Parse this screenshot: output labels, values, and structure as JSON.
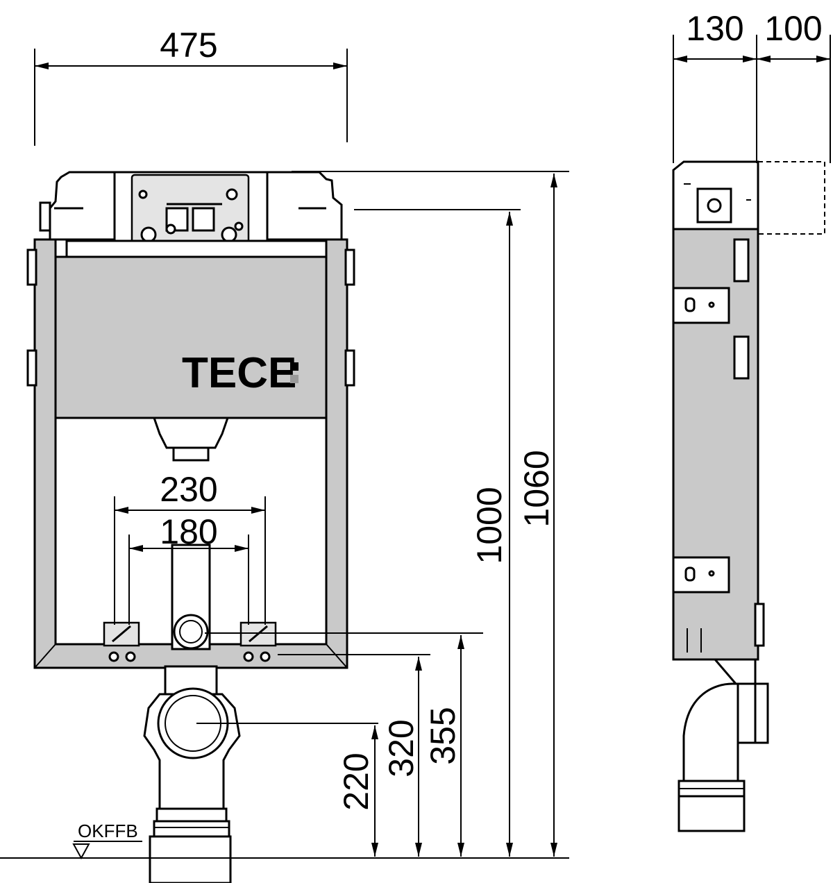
{
  "brand": {
    "logo_text": "TECE"
  },
  "dimensions": {
    "width_total": "475",
    "depth_frame": "130",
    "depth_extra": "100",
    "height_total": "1060",
    "height_frame": "1000",
    "height_top_connection": "355",
    "height_fixing": "320",
    "height_drain": "220",
    "bolt_spacing_outer": "230",
    "bolt_spacing_inner": "180"
  },
  "floor_reference": "OKFFB"
}
